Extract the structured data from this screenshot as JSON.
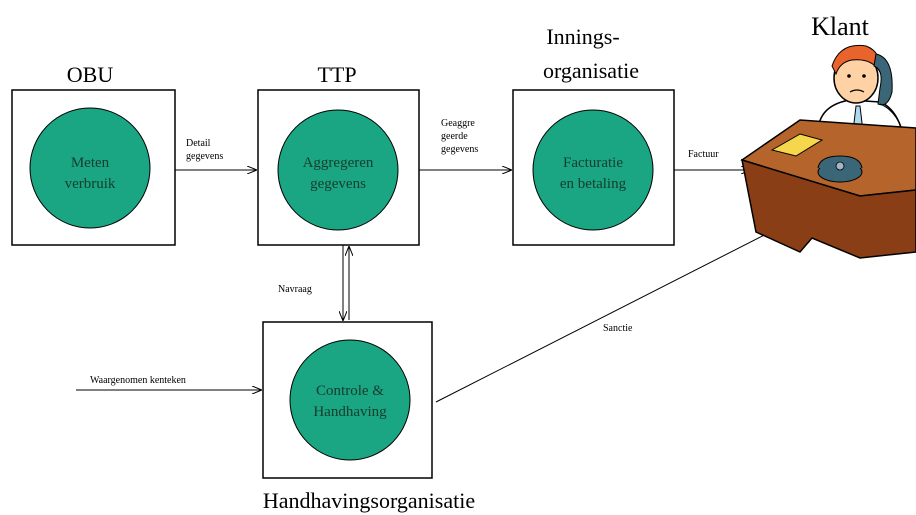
{
  "colors": {
    "circle_fill": "#1aa683",
    "box_stroke": "#000000",
    "background": "#ffffff"
  },
  "titles": {
    "obu": "OBU",
    "ttp": "TTP",
    "innings_line1": "Innings-",
    "innings_line2": "organisatie",
    "klant": "Klant",
    "handhaving": "Handhavingsorganisatie"
  },
  "circles": {
    "obu": [
      "Meten",
      "verbruik"
    ],
    "ttp": [
      "Aggregeren",
      "gegevens"
    ],
    "innings": [
      "Facturatie",
      "en betaling"
    ],
    "handhaving": [
      "Controle &",
      "Handhaving"
    ]
  },
  "arrows": {
    "detail": [
      "Detail",
      "gegevens"
    ],
    "geaggregeerd": [
      "Geaggre",
      "geerde",
      "gegevens"
    ],
    "factuur": "Factuur",
    "navraag": "Navraag",
    "sanctie": "Sanctie",
    "kenteken": "Waargenomen kenteken"
  },
  "icons": {
    "customer": "person-on-phone-at-desk-icon"
  }
}
